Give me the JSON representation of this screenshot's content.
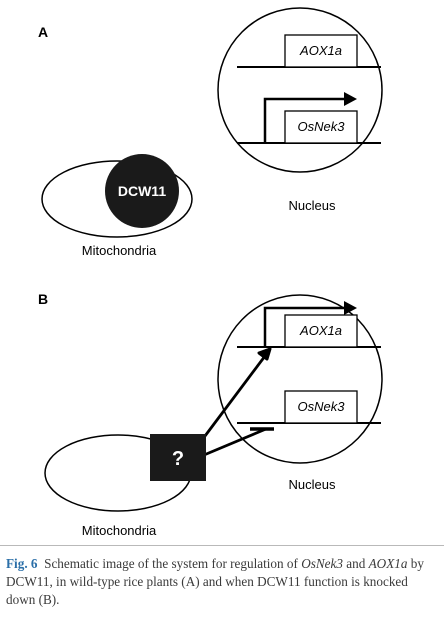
{
  "panel_a": {
    "label": "A",
    "aox_gene": "AOX1a",
    "nek_gene": "OsNek3",
    "dcw": "DCW11",
    "mito_label": "Mitochondria",
    "nucleus_label": "Nucleus"
  },
  "panel_b": {
    "label": "B",
    "aox_gene": "AOX1a",
    "nek_gene": "OsNek3",
    "unknown": "?",
    "mito_label": "Mitochondria",
    "nucleus_label": "Nucleus"
  },
  "caption": {
    "fig_label": "Fig. 6",
    "t1": "Schematic image of the system for regulation of ",
    "gene1": "OsNek3",
    "t2": " and ",
    "gene2": "AOX1a",
    "t3": " by DCW11, in wild-type rice plants (A) and when DCW11 function is knocked down (B)."
  }
}
